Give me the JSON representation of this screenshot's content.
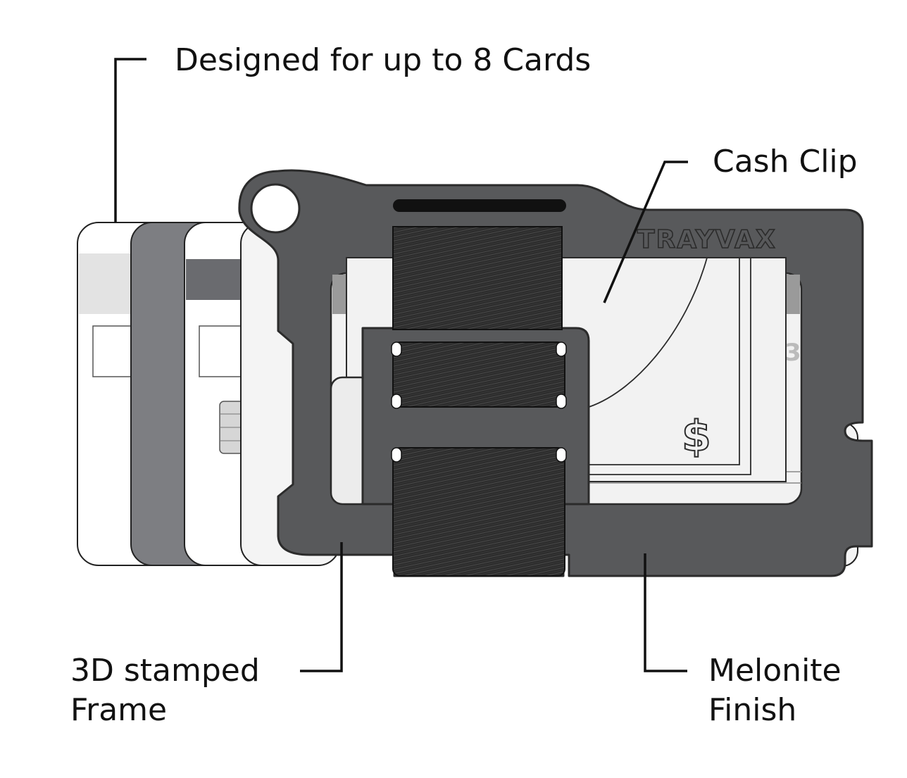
{
  "callouts": {
    "cards": "Designed for up to 8 Cards",
    "cash_clip": "Cash Clip",
    "frame_line1": "3D stamped",
    "frame_line2": "Frame",
    "finish_line1": "Melonite",
    "finish_line2": "Finish"
  },
  "product": {
    "brand": "TRAYVAX",
    "bill_symbol": "$",
    "card_digit": "3"
  },
  "colors": {
    "frame": "#58595b",
    "frame_outline": "#2b2b2b",
    "elastic": "#2c2c2c",
    "card_gray": "#7d7e82",
    "card_light": "#f2f2f2",
    "leader_line": "#111111"
  }
}
